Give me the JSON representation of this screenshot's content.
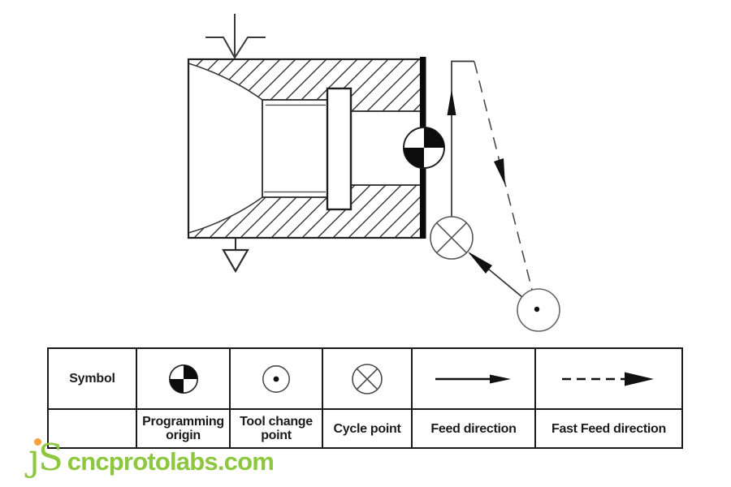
{
  "colors": {
    "line": "#2b2b2b",
    "black": "#0c0c0c",
    "logo_green": "#8dc63f",
    "logo_orange": "#f7a139"
  },
  "diagram": {
    "icons": [
      "tool-tip-icon",
      "datum-triangle-icon",
      "programming-origin-icon",
      "cycle-point-icon",
      "tool-change-point-icon",
      "feed-arrow-up",
      "feed-arrow-to-cycle-point",
      "fast-feed-dashed-return"
    ]
  },
  "table": {
    "header_label": "Symbol",
    "columns": [
      {
        "icon": "programming-origin-icon",
        "line1": "Programming",
        "line2": "origin"
      },
      {
        "icon": "tool-change-point-icon",
        "line1": "Tool change",
        "line2": "point"
      },
      {
        "icon": "cycle-point-icon",
        "line1": "Cycle point",
        "line2": ""
      },
      {
        "icon": "feed-direction-icon",
        "line1": "Feed direction",
        "line2": ""
      },
      {
        "icon": "fast-feed-direction-icon",
        "line1": "Fast Feed direction",
        "line2": ""
      }
    ]
  },
  "logo": {
    "mark": "ȷS",
    "domain": "cncprotolabs.com"
  }
}
